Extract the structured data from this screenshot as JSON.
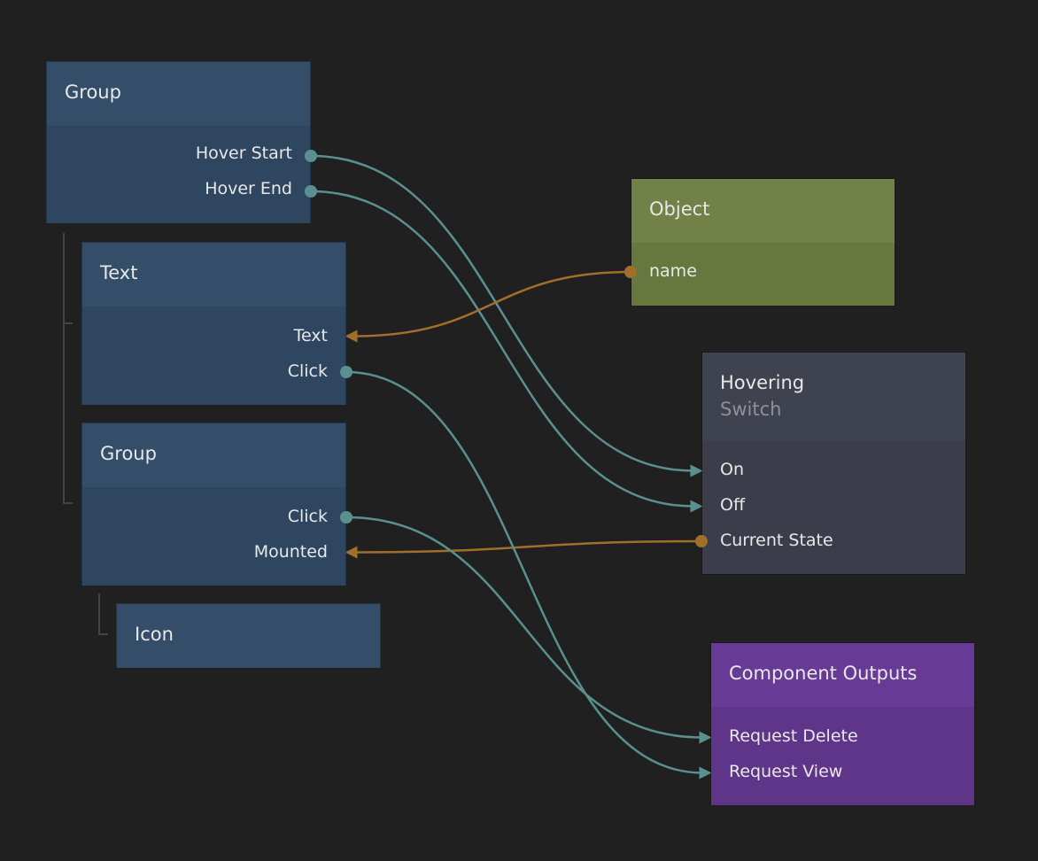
{
  "colors": {
    "signal": "#5a9090",
    "data": "#a06f2b",
    "visual_node": "#344d69",
    "data_node": "#718147",
    "logic_node": "#3f434f",
    "component_node": "#673a95",
    "background": "#202020"
  },
  "nodes": {
    "group1": {
      "title": "Group",
      "ports": {
        "hover_start": "Hover Start",
        "hover_end": "Hover End"
      }
    },
    "text": {
      "title": "Text",
      "ports": {
        "text": "Text",
        "click": "Click"
      }
    },
    "group2": {
      "title": "Group",
      "ports": {
        "click": "Click",
        "mounted": "Mounted"
      }
    },
    "icon": {
      "title": "Icon"
    },
    "object": {
      "title": "Object",
      "ports": {
        "name": "name"
      }
    },
    "hovering": {
      "title": "Hovering",
      "subtitle": "Switch",
      "ports": {
        "on": "On",
        "off": "Off",
        "current_state": "Current State"
      }
    },
    "component_outputs": {
      "title": "Component Outputs",
      "ports": {
        "request_delete": "Request Delete",
        "request_view": "Request View"
      }
    }
  },
  "connections": [
    {
      "from": "p-g1-hs",
      "to": "p-hv-on",
      "kind": "signal"
    },
    {
      "from": "p-g1-he",
      "to": "p-hv-off",
      "kind": "signal"
    },
    {
      "from": "p-ob-name",
      "to": "p-tx-text",
      "kind": "data"
    },
    {
      "from": "p-hv-cs",
      "to": "p-g2-mounted",
      "kind": "data"
    },
    {
      "from": "p-tx-click",
      "to": "p-co-view",
      "kind": "signal"
    },
    {
      "from": "p-g2-click",
      "to": "p-co-delete",
      "kind": "signal"
    }
  ]
}
